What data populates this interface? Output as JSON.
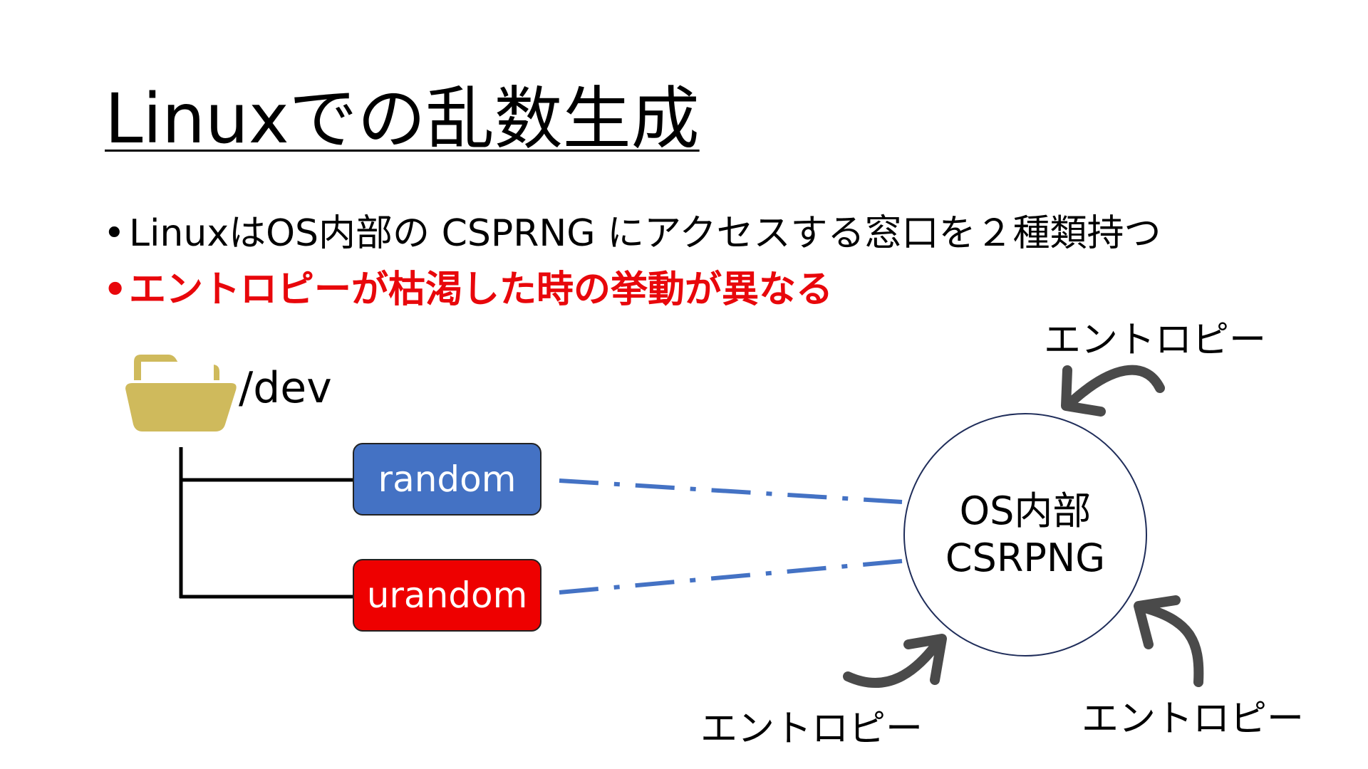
{
  "slide": {
    "title": "Linuxでの乱数生成",
    "bullets": [
      {
        "dot": "•",
        "text": "LinuxはOS内部の CSPRNG にアクセスする窓口を２種類持つ"
      },
      {
        "dot": "•",
        "text": "エントロピーが枯渇した時の挙動が異なる",
        "color": "#e8070b"
      }
    ]
  },
  "diagram": {
    "folder_icon": "folder-icon",
    "folder_color": "#cfba5c",
    "dev_label": "/dev",
    "nodes": [
      {
        "label": "random",
        "color": "#4472c4"
      },
      {
        "label": "urandom",
        "color": "#ee0000"
      }
    ],
    "connector_color": "#4472c4",
    "circle_label_line1": "OS内部",
    "circle_label_line2": "CSRPNG",
    "entropy_labels": [
      "エントロピー",
      "エントロピー",
      "エントロピー"
    ],
    "arrow_color": "#4a4a4a"
  }
}
